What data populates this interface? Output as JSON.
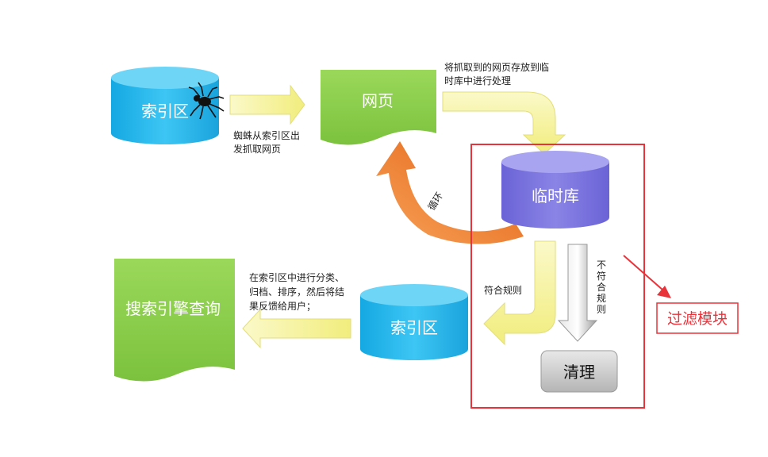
{
  "nodes": {
    "index_top": "索引区",
    "webpage": "网页",
    "temp_db": "临时库",
    "index_bottom": "索引区",
    "search_engine": "搜索引擎查询",
    "cleanup": "清理"
  },
  "notes": {
    "spider_line1": "蜘蛛从索引区出",
    "spider_line2": "发抓取网页",
    "store_line1": "将抓取到的网页存放到临",
    "store_line2": "时库中进行处理",
    "loop": "循环",
    "classify_line1": "在索引区中进行分类、",
    "classify_line2": "归档、排序，然后将结",
    "classify_line3": "果反馈给用户；",
    "conform": "符合规则",
    "nonconform_chars": [
      "不",
      "符",
      "合",
      "规",
      "则"
    ]
  },
  "callout": {
    "label": "过滤模块"
  },
  "colors": {
    "cylinder_blue": "#1fb5ec",
    "doc_green": "#8fd14f",
    "temp_purple": "#7a73dd",
    "arrow_yellow": "#f7f4a0",
    "arrow_orange": "#ef6e1a",
    "arrow_gray": "#b8b8b8",
    "frame_red": "#e8333a",
    "cleanup_gray": "#c8c8c8"
  }
}
